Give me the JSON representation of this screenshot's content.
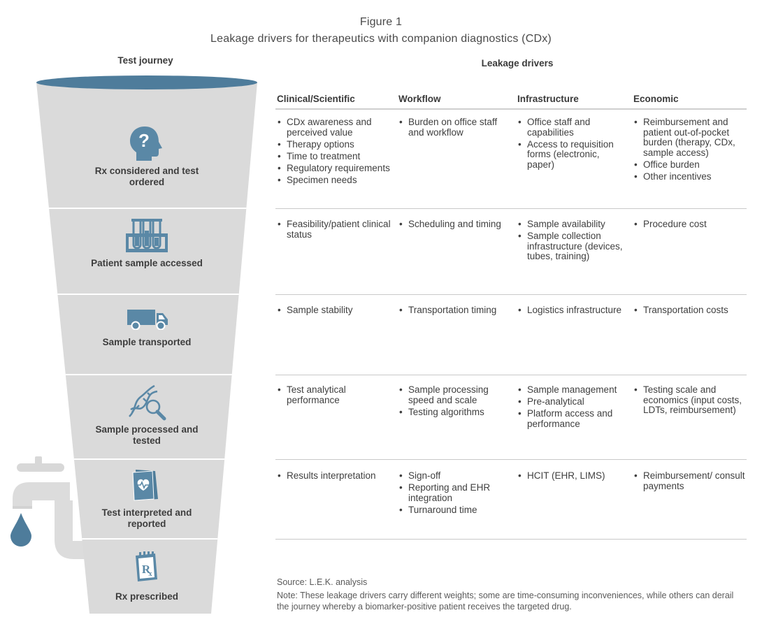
{
  "figure": {
    "label": "Figure 1",
    "subtitle": "Leakage drivers for therapeutics with companion diagnostics (CDx)"
  },
  "journey_label": "Test journey",
  "drivers_label": "Leakage drivers",
  "columns": [
    "Clinical/Scientific",
    "Workflow",
    "Infrastructure",
    "Economic"
  ],
  "stages": [
    {
      "label": "Rx considered and test ordered",
      "icon": "head-question-icon",
      "cells": [
        [
          "CDx awareness and perceived value",
          "Therapy options",
          "Time to treatment",
          "Regulatory requirements",
          "Specimen needs"
        ],
        [
          "Burden on office staff and workflow"
        ],
        [
          "Office staff and capabilities",
          "Access to requisition forms (electronic, paper)"
        ],
        [
          "Reimbursement and patient out-of-pocket burden (therapy, CDx, sample access)",
          "Office burden",
          "Other incentives"
        ]
      ]
    },
    {
      "label": "Patient sample accessed",
      "icon": "test-tubes-icon",
      "cells": [
        [
          "Feasibility/patient clinical status"
        ],
        [
          "Scheduling and timing"
        ],
        [
          "Sample availability",
          "Sample collection infrastructure (devices, tubes, training)"
        ],
        [
          "Procedure cost"
        ]
      ]
    },
    {
      "label": "Sample transported",
      "icon": "van-icon",
      "cells": [
        [
          "Sample stability"
        ],
        [
          "Transportation timing"
        ],
        [
          "Logistics infrastructure"
        ],
        [
          "Transportation costs"
        ]
      ]
    },
    {
      "label": "Sample processed and tested",
      "icon": "dna-magnifier-icon",
      "cells": [
        [
          "Test analytical performance"
        ],
        [
          "Sample processing speed and scale",
          "Testing algorithms"
        ],
        [
          "Sample management",
          "Pre-analytical",
          "Platform access and performance"
        ],
        [
          "Testing scale and economics (input costs, LDTs, reimbursement)"
        ]
      ]
    },
    {
      "label": "Test interpreted and reported",
      "icon": "report-heart-icon",
      "cells": [
        [
          "Results interpretation"
        ],
        [
          "Sign-off",
          "Reporting and EHR integration",
          "Turnaround time"
        ],
        [
          "HCIT (EHR, LIMS)"
        ],
        [
          "Reimbursement/ consult payments"
        ]
      ]
    },
    {
      "label": "Rx prescribed",
      "icon": "prescription-pad-icon",
      "cells": []
    }
  ],
  "source": "Source: L.E.K. analysis",
  "note": "Note: These leakage drivers carry different weights; some are time-consuming inconveniences, while others can derail the journey whereby a biomarker-positive patient receives the targeted drug.",
  "colors": {
    "funnel_fill": "#dadada",
    "funnel_top": "#4e7c9b",
    "icon": "#5a88a6",
    "faucet": "#dcdcdc",
    "drop": "#4e7c9b",
    "rule": "#c9c9c9"
  },
  "decor": [
    "faucet-icon",
    "water-drop-icon"
  ]
}
